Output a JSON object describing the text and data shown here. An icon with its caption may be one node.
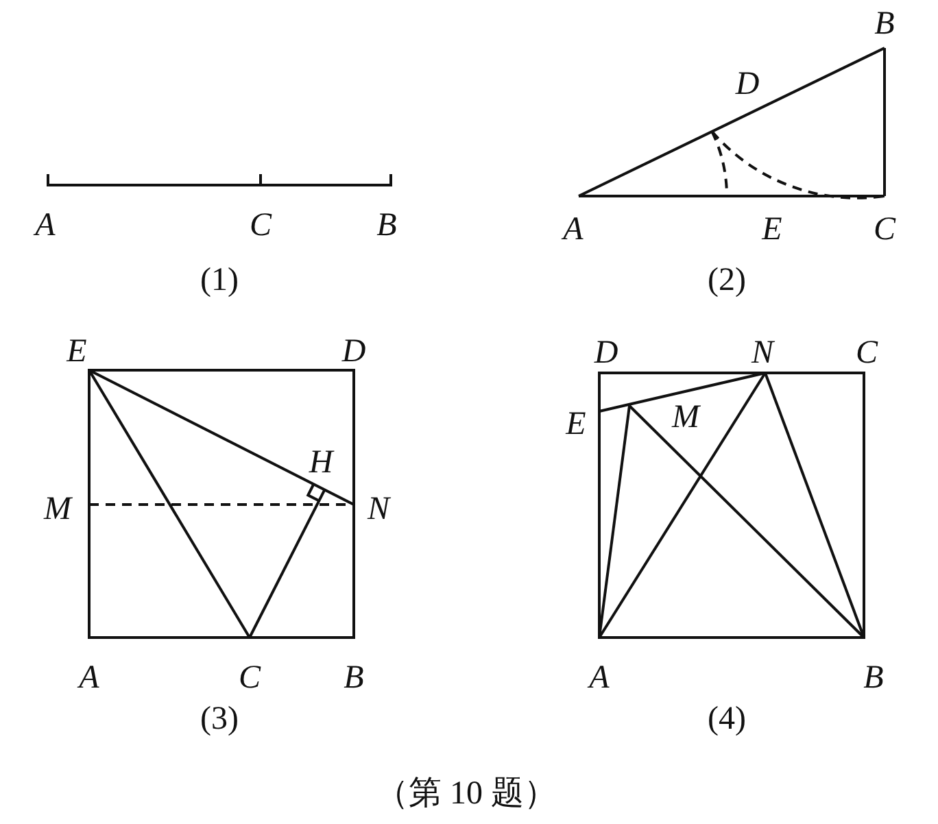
{
  "diagram": {
    "caption": "（第 10 题）",
    "labels": [
      "A",
      "C",
      "B",
      "(1)",
      "B",
      "D",
      "A",
      "E",
      "C",
      "(2)",
      "E",
      "D",
      "H",
      "M",
      "N",
      "A",
      "C",
      "B",
      "(3)",
      "D",
      "N",
      "C",
      "E",
      "M",
      "A",
      "B",
      "(4)"
    ]
  }
}
